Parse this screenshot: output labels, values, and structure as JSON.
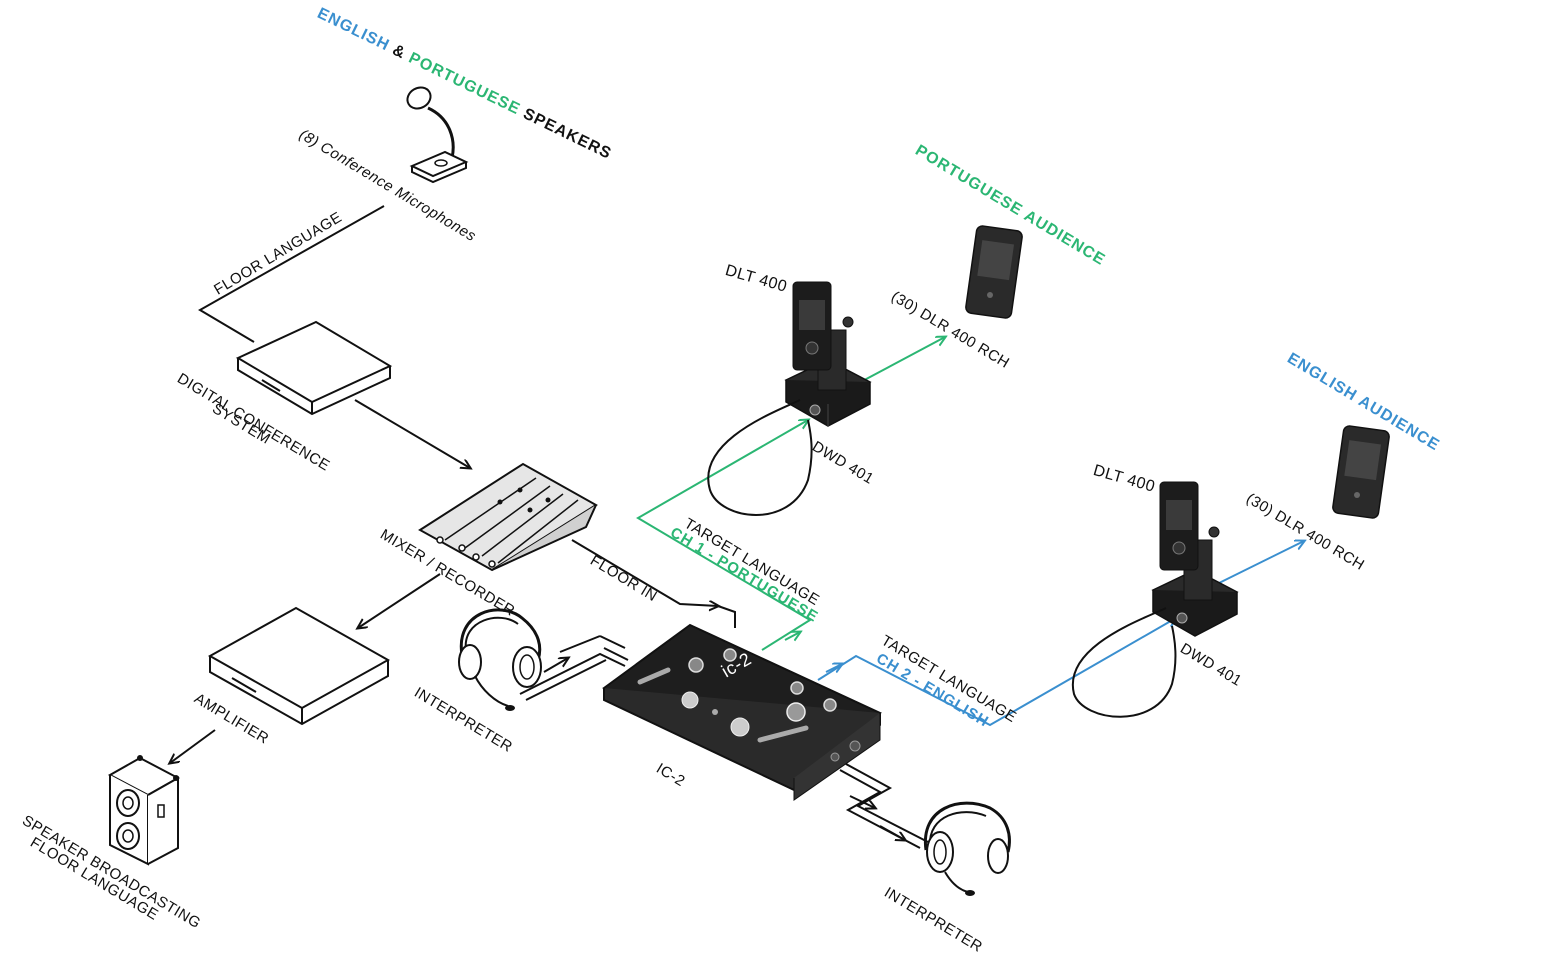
{
  "colors": {
    "english": "#3a8fcf",
    "portuguese": "#2bb673",
    "line": "#111111",
    "device": "#1c1c1c"
  },
  "speakers_title": {
    "english": "ENGLISH",
    "amp": "&",
    "portuguese": "PORTUGUESE",
    "speakers": "SPEAKERS"
  },
  "labels": {
    "conference_mics": "(8) Conference Microphones",
    "floor_language": "FLOOR LANGUAGE",
    "digital_conference_1": "DIGITAL CONFERENCE",
    "digital_conference_2": "SYSTEM",
    "mixer_recorder": "MIXER / RECORDER",
    "amplifier": "AMPLIFIER",
    "speaker_1": "SPEAKER BROADCASTING",
    "speaker_2": "FLOOR LANGUAGE",
    "floor_in": "FLOOR IN",
    "interpreter_1": "INTERPRETER",
    "interpreter_2": "INTERPRETER",
    "ic2": "IC-2",
    "ic2_face": "ic-2",
    "target_1": "TARGET LANGUAGE",
    "ch1": "CH 1 - PORTUGUESE",
    "target_2": "TARGET LANGUAGE",
    "ch2": "CH 2 - ENGLISH",
    "dlt_1": "DLT 400",
    "dlt_2": "DLT 400",
    "dwd_1": "DWD 401",
    "dwd_2": "DWD 401",
    "dlr_1": "(30) DLR 400 RCH",
    "dlr_2": "(30) DLR 400 RCH",
    "portuguese_audience": "PORTUGUESE AUDIENCE",
    "english_audience": "ENGLISH AUDIENCE"
  }
}
